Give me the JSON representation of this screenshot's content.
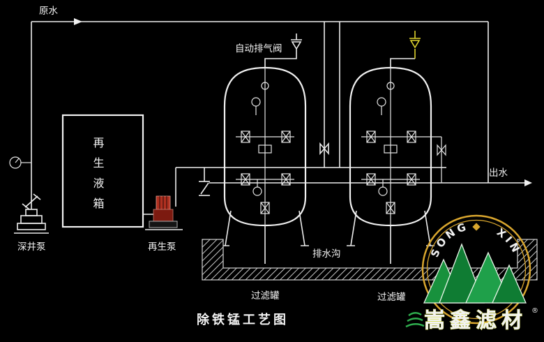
{
  "title": "除铁锰工艺图",
  "labels": {
    "raw_water": "原水",
    "auto_exhaust_valve": "自动排气阀",
    "regen_tank": "再生液箱",
    "deep_well_pump": "深井泵",
    "regen_pump": "再生泵",
    "drain_ditch": "排水沟",
    "outlet": "出水",
    "filter_tank_left": "过滤罐",
    "filter_tank_right": "过滤罐"
  },
  "logo": {
    "arc_left": "SONG",
    "arc_right": "XIN",
    "brand": "嵩鑫滤材",
    "registered": "®"
  },
  "colors": {
    "line": "#ededed",
    "background": "#000000",
    "pump_red": "#b03020",
    "exhaust_yellow": "#ded32e",
    "logo_gold": "#d9a62e",
    "logo_green": "#1fa04a",
    "brand_green": "#2fae4e"
  }
}
